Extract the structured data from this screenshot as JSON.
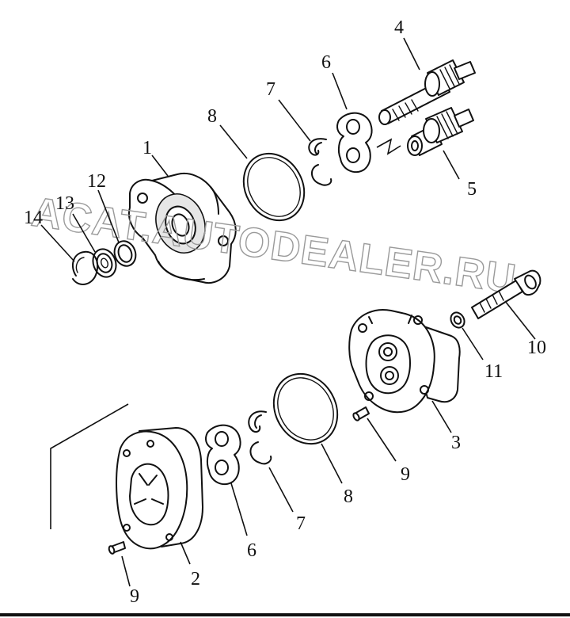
{
  "watermark": "ACAT.AUTODEALER.RU",
  "callouts": [
    {
      "id": "c1",
      "text": "1"
    },
    {
      "id": "c2",
      "text": "2"
    },
    {
      "id": "c3",
      "text": "3"
    },
    {
      "id": "c4",
      "text": "4"
    },
    {
      "id": "c5",
      "text": "5"
    },
    {
      "id": "c6a",
      "text": "6"
    },
    {
      "id": "c6b",
      "text": "6"
    },
    {
      "id": "c7a",
      "text": "7"
    },
    {
      "id": "c7b",
      "text": "7"
    },
    {
      "id": "c8a",
      "text": "8"
    },
    {
      "id": "c8b",
      "text": "8"
    },
    {
      "id": "c9a",
      "text": "9"
    },
    {
      "id": "c9b",
      "text": "9"
    },
    {
      "id": "c10",
      "text": "10"
    },
    {
      "id": "c11",
      "text": "11"
    },
    {
      "id": "c12",
      "text": "12"
    },
    {
      "id": "c13",
      "text": "13"
    },
    {
      "id": "c14",
      "text": "14"
    }
  ]
}
